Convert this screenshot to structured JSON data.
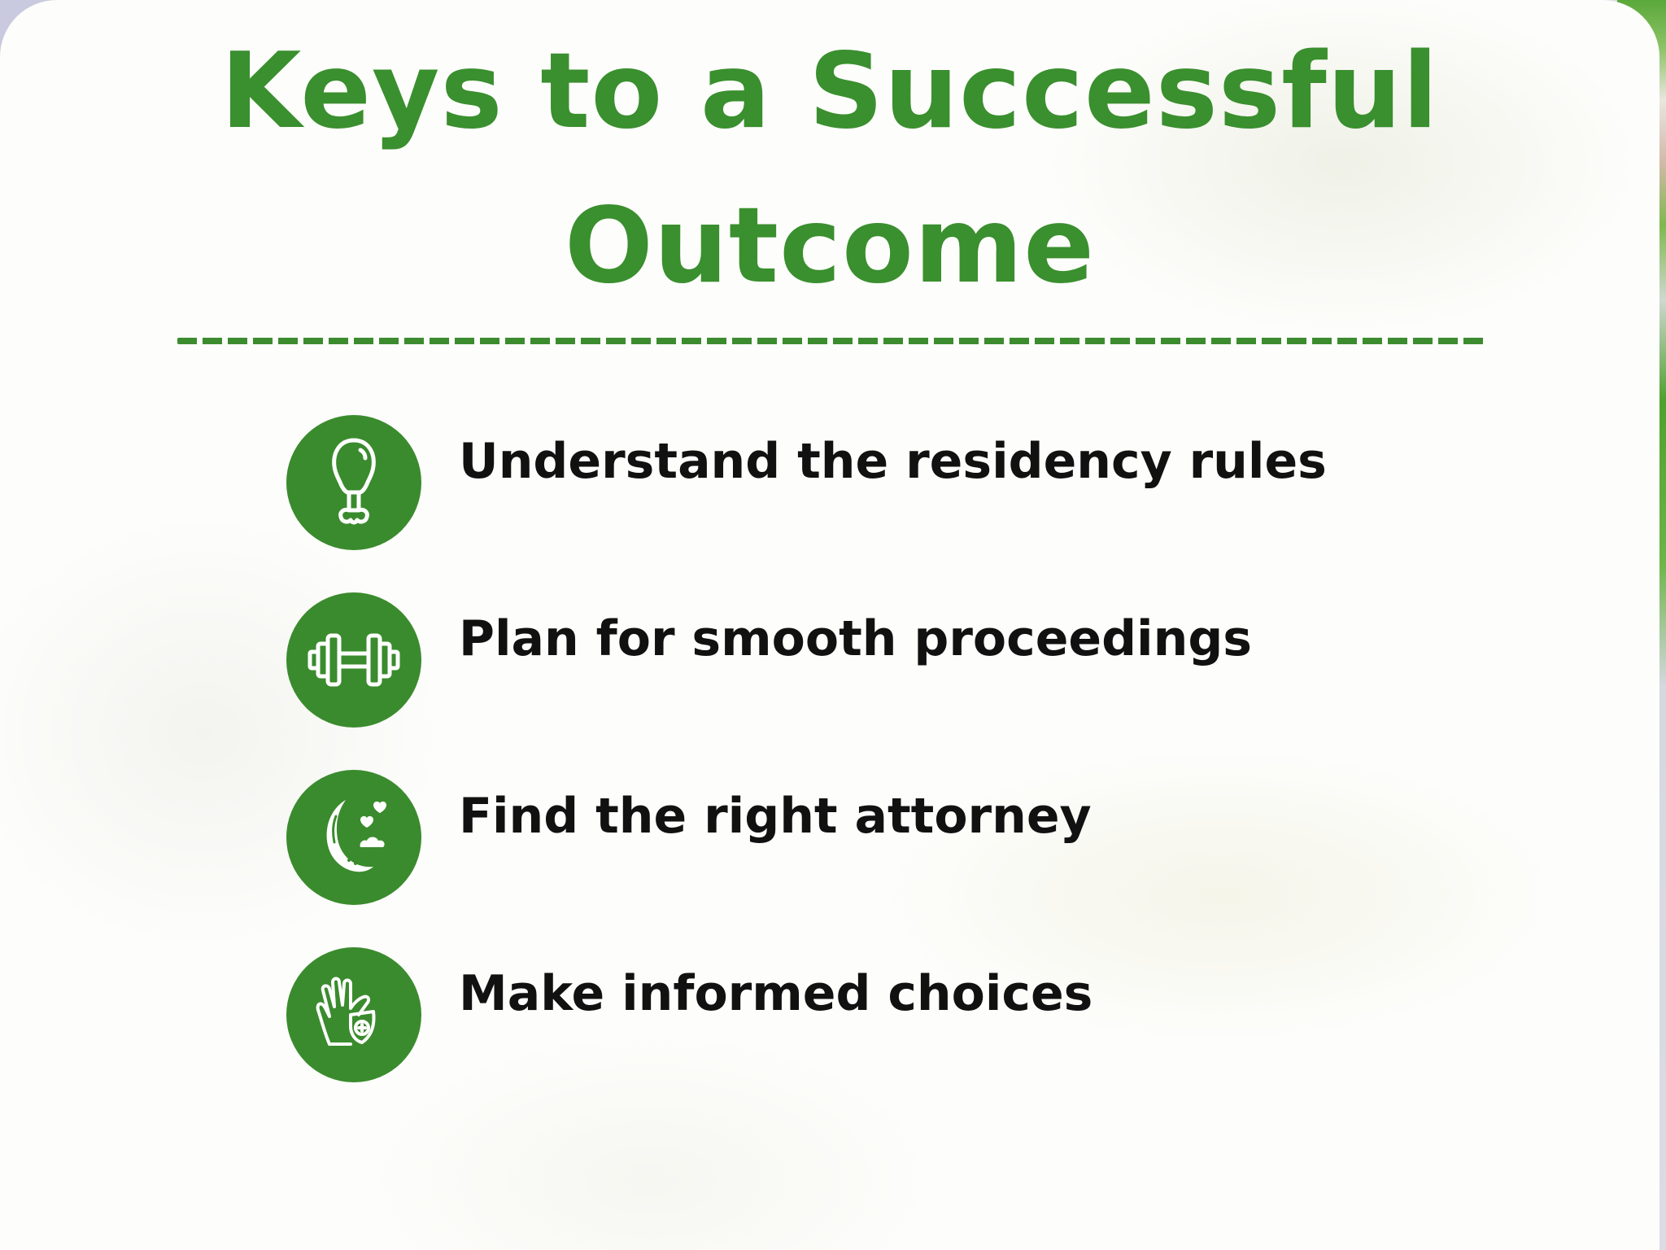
{
  "title": {
    "line1": "Keys to a Successful",
    "line2": "Outcome"
  },
  "colors": {
    "accent_green": "#3a8f2e",
    "icon_circle": "#3a8b2d",
    "text": "#111111",
    "card_bg": "#fdfdfb"
  },
  "items": [
    {
      "label": "Understand the residency rules",
      "icon": "drumstick-icon"
    },
    {
      "label": "Plan for smooth proceedings",
      "icon": "dumbbell-icon"
    },
    {
      "label": "Find the right attorney",
      "icon": "moon-hearts-icon"
    },
    {
      "label": "Make informed choices",
      "icon": "hand-shield-icon"
    }
  ]
}
